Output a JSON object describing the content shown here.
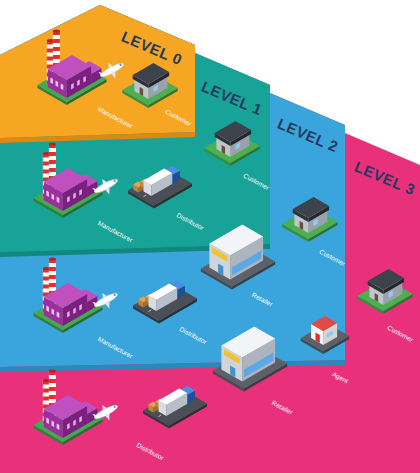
{
  "diagram": {
    "nodes": [
      {
        "text": [
          "LEVEL 0"
        ]
      },
      {
        "text": [
          "LEVEL 1"
        ]
      },
      {
        "text": [
          "LEVEL 2"
        ]
      },
      {
        "text": [
          "LEVEL 3"
        ]
      }
    ],
    "labels": [
      "Manufacturer",
      "Customer",
      "Manufacturer",
      "Distributor",
      "Customer",
      "Manufacturer",
      "Distributor",
      "Retailer",
      "Customer",
      "Distributor",
      "Retailer",
      "Agent",
      "Customer"
    ]
  }
}
